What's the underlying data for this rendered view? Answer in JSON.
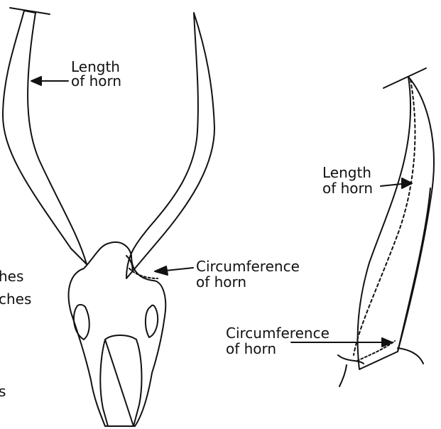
{
  "skull_figure": {
    "length_label_1": "Length",
    "length_label_2": "of horn",
    "circ_label_1": "Circumference",
    "circ_label_2": "of horn"
  },
  "side_figure": {
    "length_label_1": "Length",
    "length_label_2": "of horn",
    "circ_label_1": "Circumference",
    "circ_label_2": "of horn"
  },
  "cut_off_text": [
    "hes",
    "ches",
    "s"
  ]
}
